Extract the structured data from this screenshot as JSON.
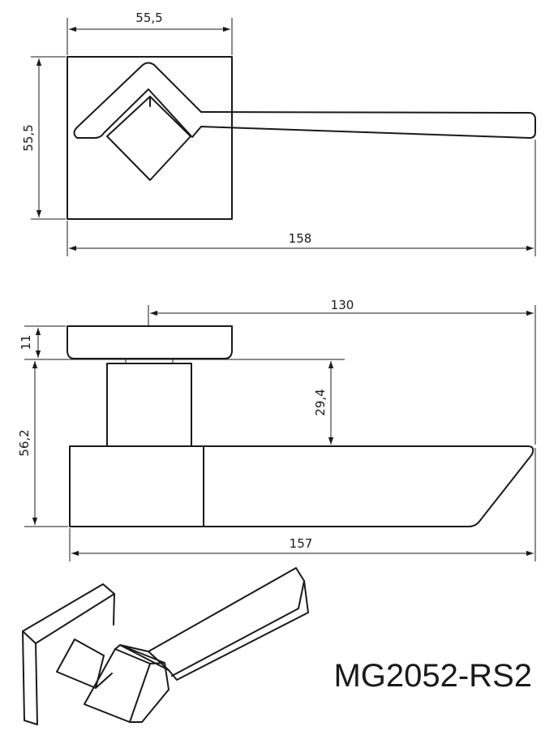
{
  "top_view": {
    "dim_width": "55,5",
    "dim_height": "55,5",
    "dim_total_length": "158"
  },
  "side_view": {
    "dim_spindle_offset": "130",
    "dim_rose_thickness": "11",
    "dim_neck_height": "29,4",
    "dim_total_height": "56,2",
    "dim_lever_length": "157"
  },
  "model_code": "MG2052-RS2"
}
